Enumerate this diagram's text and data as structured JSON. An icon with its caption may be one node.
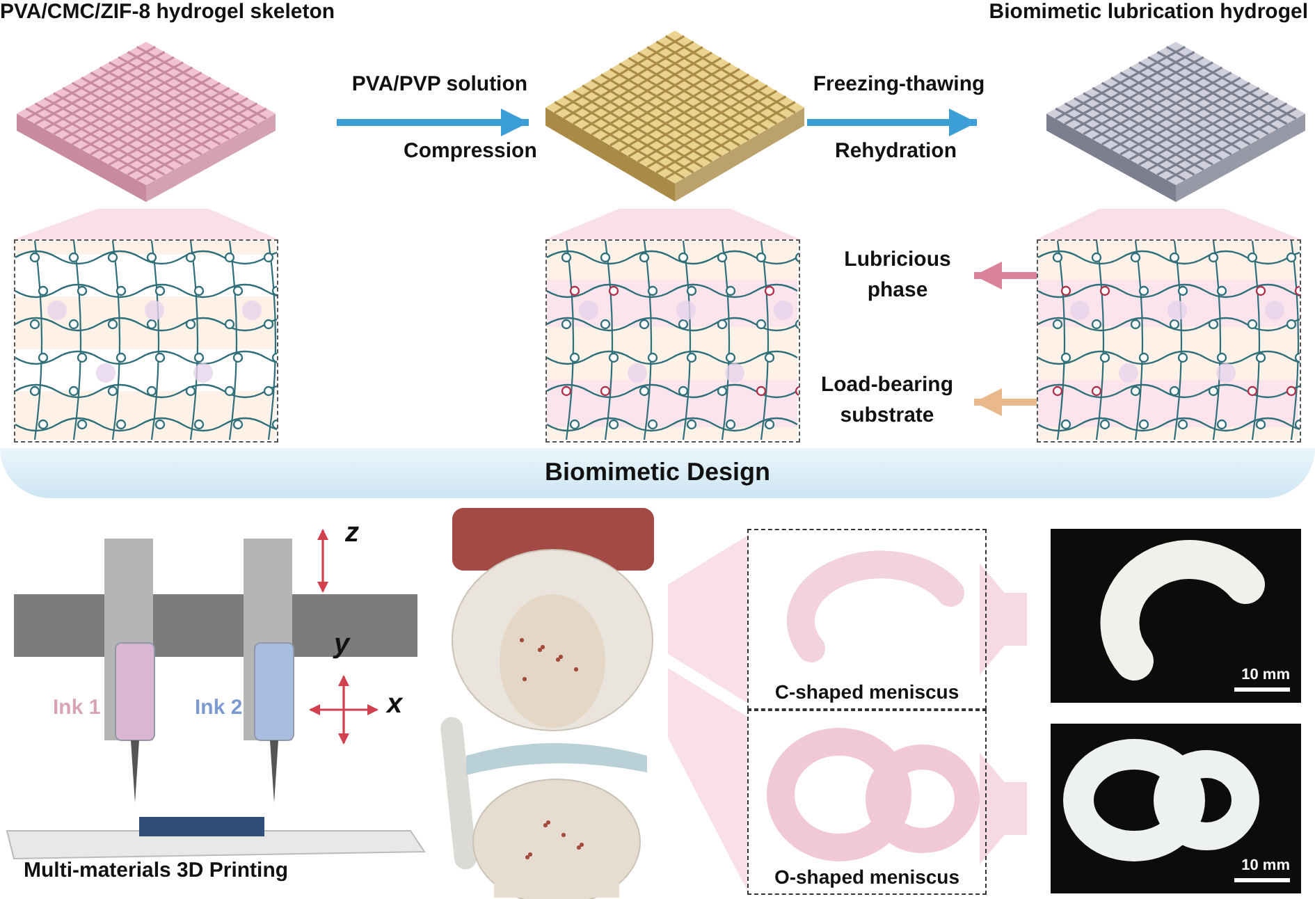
{
  "diagram": {
    "nodes": [
      {
        "text": [
          "PVA/CMC/ZIF-8 hydrogel skeleton"
        ]
      },
      {
        "text": [],
        "shape": "picture"
      },
      {
        "text": [
          "Biomimetic lubrication hydrogel"
        ]
      },
      {
        "text": [],
        "shape": "picture"
      },
      {
        "text": [],
        "shape": "picture"
      },
      {
        "text": [],
        "shape": "picture"
      },
      {
        "text": [
          "Lubricious phase"
        ]
      },
      {
        "text": [
          "Load-bearing substrate"
        ]
      },
      {
        "text": [
          "Biomimetic Design"
        ]
      },
      {
        "text": [],
        "shape": "picture",
        "beside": [
          "Multi-materials 3D Printing"
        ]
      },
      {
        "text": [],
        "shape": "picture"
      },
      {
        "text": [
          "C-shaped meniscus"
        ]
      },
      {
        "text": [
          "O-shaped meniscus"
        ]
      },
      {
        "text": [
          "10 mm"
        ]
      },
      {
        "text": [
          "10 mm"
        ]
      }
    ],
    "edges": [
      {
        "from": 0,
        "to": 1,
        "arrow": "to",
        "label": "PVA/PVP solution",
        "color": "#3b9fd6"
      },
      {
        "from": 1,
        "to": 2,
        "arrow": "to",
        "label": "Freezing-thawing",
        "color": "#3b9fd6"
      },
      {
        "from": 0,
        "to": 3,
        "arrow": "none"
      },
      {
        "from": 1,
        "to": 4,
        "arrow": "none"
      },
      {
        "from": 2,
        "to": 5,
        "arrow": "none"
      },
      {
        "from": 5,
        "to": 6,
        "arrow": "to",
        "color": "#d9829c"
      },
      {
        "from": 5,
        "to": 7,
        "arrow": "to",
        "color": "#e9b98b"
      },
      {
        "from": 10,
        "to": 11,
        "arrow": "none"
      },
      {
        "from": 10,
        "to": 12,
        "arrow": "none"
      },
      {
        "from": 11,
        "to": 13,
        "arrow": "to",
        "style": "thick",
        "color": "#f5c9d6"
      },
      {
        "from": 12,
        "to": 14,
        "arrow": "to",
        "style": "thick",
        "color": "#f5c9d6"
      }
    ],
    "labels": [
      "Compression",
      "Rehydration",
      "Ink 1",
      "Ink 2",
      "z",
      "y",
      "x"
    ]
  }
}
